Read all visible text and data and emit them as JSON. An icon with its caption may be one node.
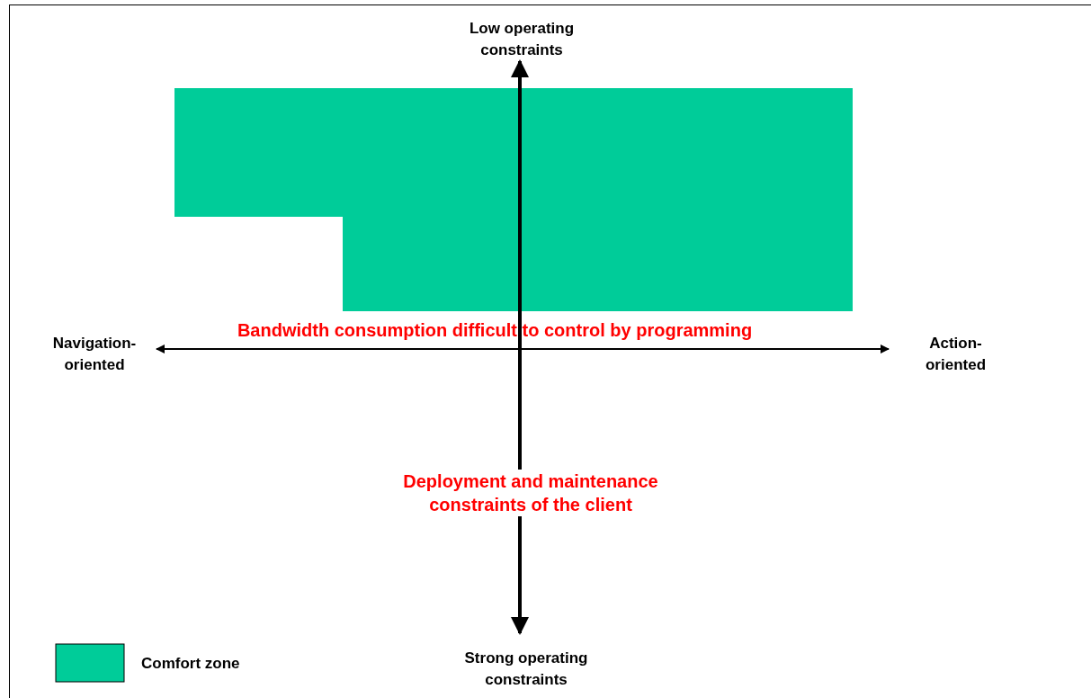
{
  "diagram": {
    "nodes": [
      {
        "text": [],
        "shape": "box"
      }
    ],
    "labels": [
      "Low operating constraints",
      "Navigation-oriented",
      "Bandwidth consumption difficult to control by programming",
      "Action-oriented",
      "Deployment and maintenance constraints of the client",
      "Strong operating constraints"
    ],
    "legend": [
      {
        "text": "Comfort zone",
        "color": "#00cc99"
      }
    ]
  }
}
